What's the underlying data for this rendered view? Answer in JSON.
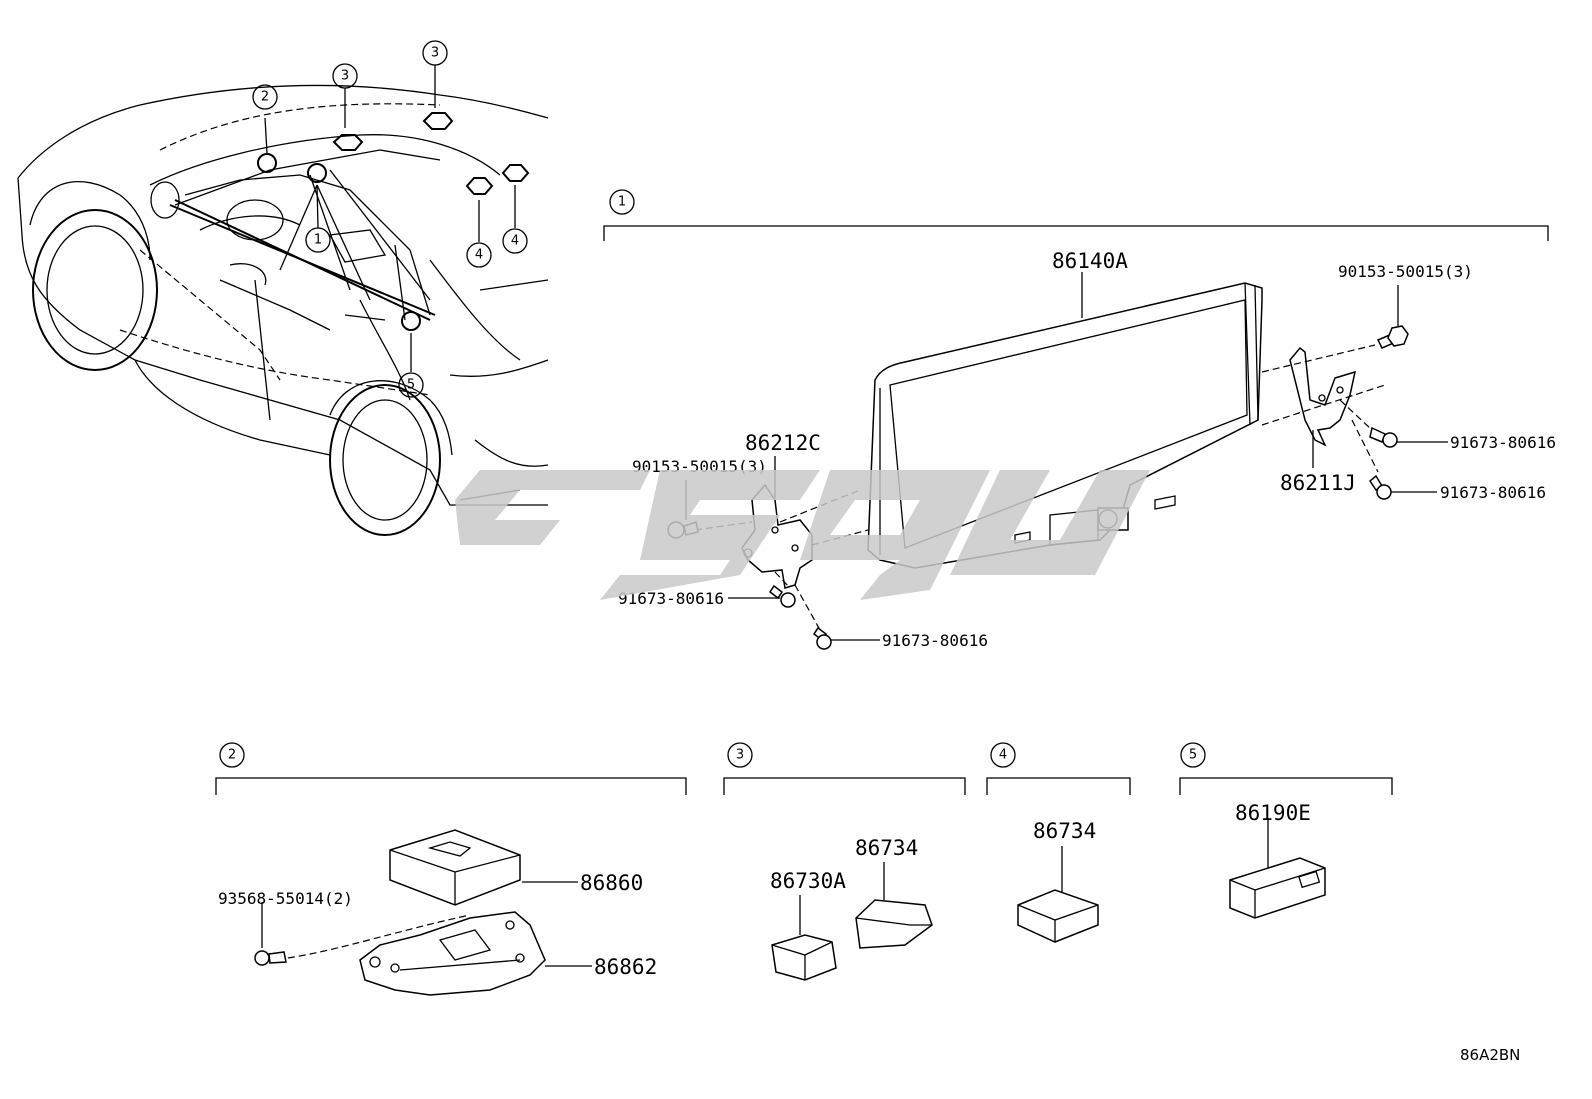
{
  "diagram_code": "86A2BN",
  "group_labels": [
    "1",
    "2",
    "3",
    "4",
    "5"
  ],
  "parts": {
    "p_86140A": "86140A",
    "p_90153_right": "90153-50015(3)",
    "p_86212C": "86212C",
    "p_90153_left": "90153-50015(3)",
    "p_86211J": "86211J",
    "p_91673_r1": "91673-80616",
    "p_91673_r2": "91673-80616",
    "p_91673_l1": "91673-80616",
    "p_91673_l2": "91673-80616",
    "p_86860": "86860",
    "p_93568": "93568-55014(2)",
    "p_86862": "86862",
    "p_86730A": "86730A",
    "p_86734_a": "86734",
    "p_86734_b": "86734",
    "p_86190E": "86190E"
  }
}
